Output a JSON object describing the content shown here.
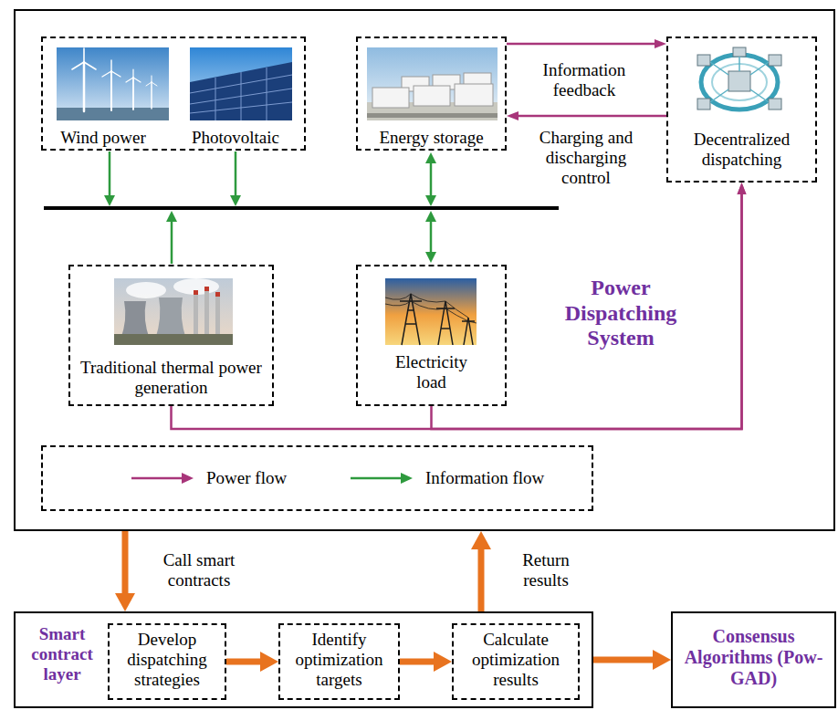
{
  "diagram": {
    "nodes": [
      {
        "text": [
          "Power Dispatching System"
        ]
      },
      {
        "text": [
          "Wind power",
          "Photovoltaic"
        ],
        "in": 0
      },
      {
        "text": [
          "Energy storage"
        ],
        "in": 0
      },
      {
        "text": [
          "Decentralized dispatching"
        ],
        "in": 0
      },
      {
        "text": [
          "Traditional thermal power generation"
        ],
        "in": 0
      },
      {
        "text": [
          "Electricity load"
        ],
        "in": 0
      },
      {
        "text": [
          "Smart contract layer"
        ]
      },
      {
        "text": [
          "Develop dispatching strategies"
        ],
        "in": 6
      },
      {
        "text": [
          "Identify optimization targets"
        ],
        "in": 6
      },
      {
        "text": [
          "Calculate optimization results"
        ],
        "in": 6
      },
      {
        "text": [
          "Consensus Algorithms (Pow-GAD)"
        ]
      }
    ],
    "edges": [
      {
        "from": 2,
        "to": 3,
        "arrow": "to",
        "label": "Information feedback"
      },
      {
        "from": 3,
        "to": 2,
        "arrow": "to",
        "label": "Charging and discharging control"
      },
      {
        "from": 4,
        "to": 3,
        "arrow": "to"
      },
      {
        "from": 5,
        "to": 3,
        "arrow": "to"
      },
      {
        "from": 0,
        "to": 6,
        "arrow": "to",
        "label": "Call smart contracts"
      },
      {
        "from": 6,
        "to": 0,
        "arrow": "to",
        "label": "Return results"
      },
      {
        "from": 7,
        "to": 8,
        "arrow": "to"
      },
      {
        "from": 8,
        "to": 9,
        "arrow": "to"
      },
      {
        "from": 6,
        "to": 10,
        "arrow": "to"
      }
    ],
    "legend": [
      {
        "text": "Power flow"
      },
      {
        "text": "Information flow"
      }
    ]
  }
}
